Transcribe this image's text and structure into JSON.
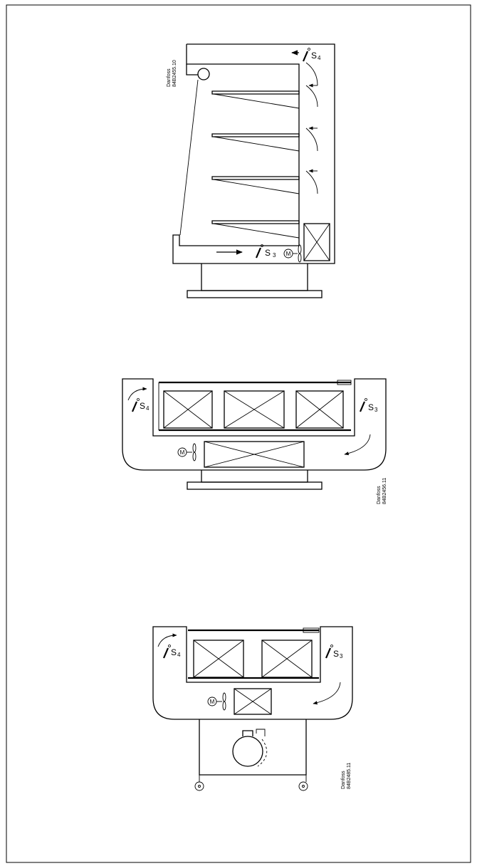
{
  "page": {
    "border_color": "#000000",
    "background": "#ffffff"
  },
  "diagrams": [
    {
      "id": "multideck-side-view",
      "reference": {
        "brand": "Danfoss",
        "code": "84B2455.10"
      },
      "sensors": [
        {
          "letter": "S",
          "index": "4"
        },
        {
          "letter": "S",
          "index": "3"
        }
      ],
      "fan_symbol": "M"
    },
    {
      "id": "island-case-view",
      "reference": {
        "brand": "Danfoss",
        "code": "84B2456.11"
      },
      "sensors": [
        {
          "letter": "S",
          "index": "4"
        },
        {
          "letter": "S",
          "index": "3"
        }
      ],
      "fan_symbol": "M"
    },
    {
      "id": "plug-in-case-view",
      "reference": {
        "brand": "Danfoss",
        "code": "84B2485.11"
      },
      "sensors": [
        {
          "letter": "S",
          "index": "4"
        },
        {
          "letter": "S",
          "index": "3"
        }
      ],
      "fan_symbol": "M"
    }
  ]
}
